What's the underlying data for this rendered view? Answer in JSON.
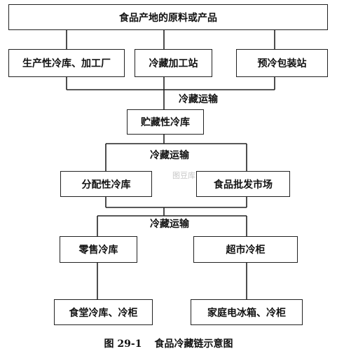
{
  "nodes": {
    "source": "食品产地的原料或产品",
    "production_cold_store": "生产性冷库、加工厂",
    "cold_processing_station": "冷藏加工站",
    "precool_packing_station": "预冷包装站",
    "storage_cold_store": "贮藏性冷库",
    "distribution_cold_store": "分配性冷库",
    "food_wholesale_market": "食品批发市场",
    "retail_cold_store": "零售冷库",
    "supermarket_cabinet": "超市冷柜",
    "canteen_cold_store": "食堂冷库、冷柜",
    "home_refrigerator": "家庭电冰箱、冷柜"
  },
  "edge_labels": {
    "transport_1": "冷藏运输",
    "transport_2": "冷藏运输",
    "transport_3": "冷藏运输"
  },
  "caption": {
    "number": "图 29-1",
    "title": "食品冷藏链示意图"
  },
  "watermark": "图豆库"
}
